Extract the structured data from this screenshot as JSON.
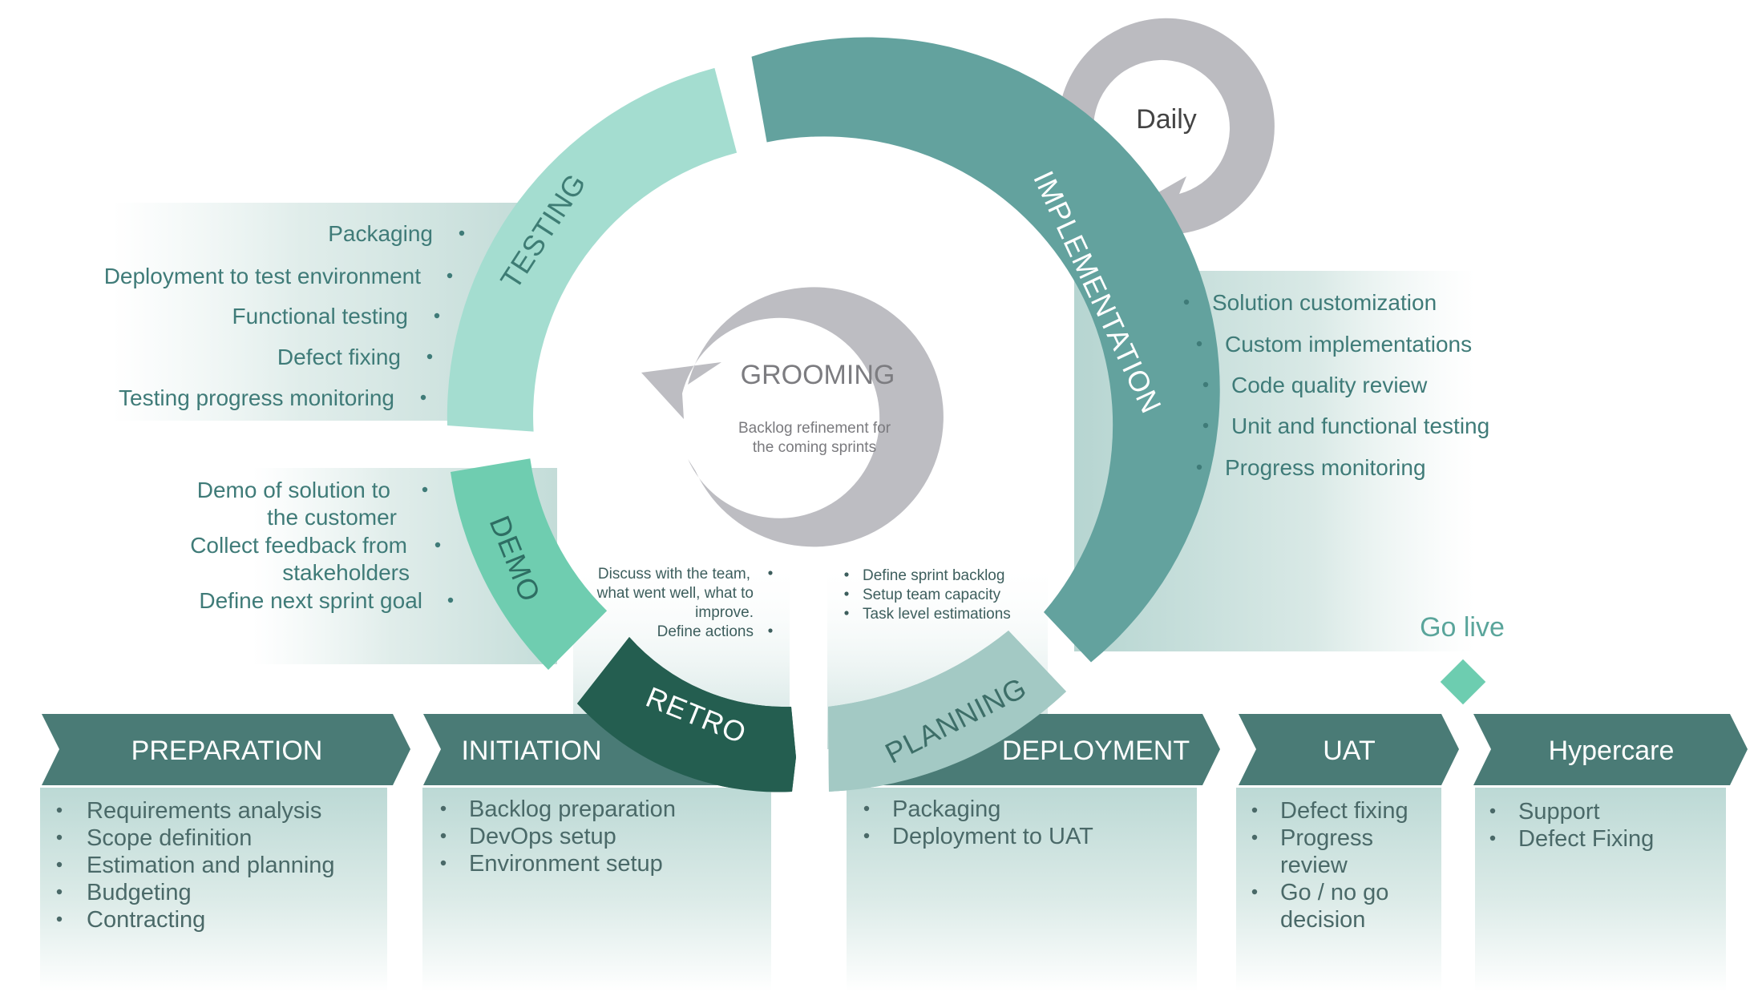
{
  "colors": {
    "testing": "#a4ddd0",
    "implementation": "#63a29e",
    "demo": "#6fcdb0",
    "retro": "#245e50",
    "planning": "#a3c9c4",
    "loop_gray": "#bdbdc2",
    "phase_header": "#4a7b76",
    "text_teal": "#3f7b78",
    "go_live_marker": "#6dcdb0"
  },
  "loops": {
    "daily": {
      "label": "Daily"
    },
    "grooming": {
      "label": "GROOMING",
      "description": [
        "Backlog refinement for",
        "the coming sprints"
      ]
    }
  },
  "cycle": {
    "testing": {
      "label": "TESTING",
      "items": [
        "Packaging",
        "Deployment to test environment",
        "Functional testing",
        "Defect fixing",
        "Testing progress monitoring"
      ]
    },
    "implementation": {
      "label": "IMPLEMENTATION",
      "items": [
        "Solution customization",
        "Custom implementations",
        "Code quality review",
        "Unit and functional testing",
        "Progress monitoring"
      ]
    },
    "demo": {
      "label": "DEMO",
      "items": [
        "Demo of solution to",
        "the customer",
        "Collect feedback from",
        "stakeholders",
        "Define next sprint goal"
      ]
    },
    "retro": {
      "label": "RETRO",
      "items": [
        "Discuss with the team,",
        "what went well, what to",
        "improve.",
        "Define actions"
      ]
    },
    "planning": {
      "label": "PLANNING",
      "items": [
        "Define sprint backlog",
        "Setup team capacity",
        "Task level estimations"
      ]
    }
  },
  "go_live": {
    "label": "Go live"
  },
  "phases": [
    {
      "name": "PREPARATION",
      "items": [
        "Requirements analysis",
        "Scope definition",
        "Estimation and planning",
        "Budgeting",
        "Contracting"
      ]
    },
    {
      "name": "INITIATION",
      "items": [
        "Backlog preparation",
        "DevOps setup",
        "Environment setup"
      ]
    },
    {
      "name": "DEPLOYMENT",
      "items": [
        "Packaging",
        "Deployment to UAT"
      ]
    },
    {
      "name": "UAT",
      "items": [
        "Defect fixing",
        "Progress",
        "review",
        "Go / no go",
        "decision"
      ]
    },
    {
      "name": "Hypercare",
      "items": [
        "Support",
        "Defect Fixing"
      ]
    }
  ]
}
